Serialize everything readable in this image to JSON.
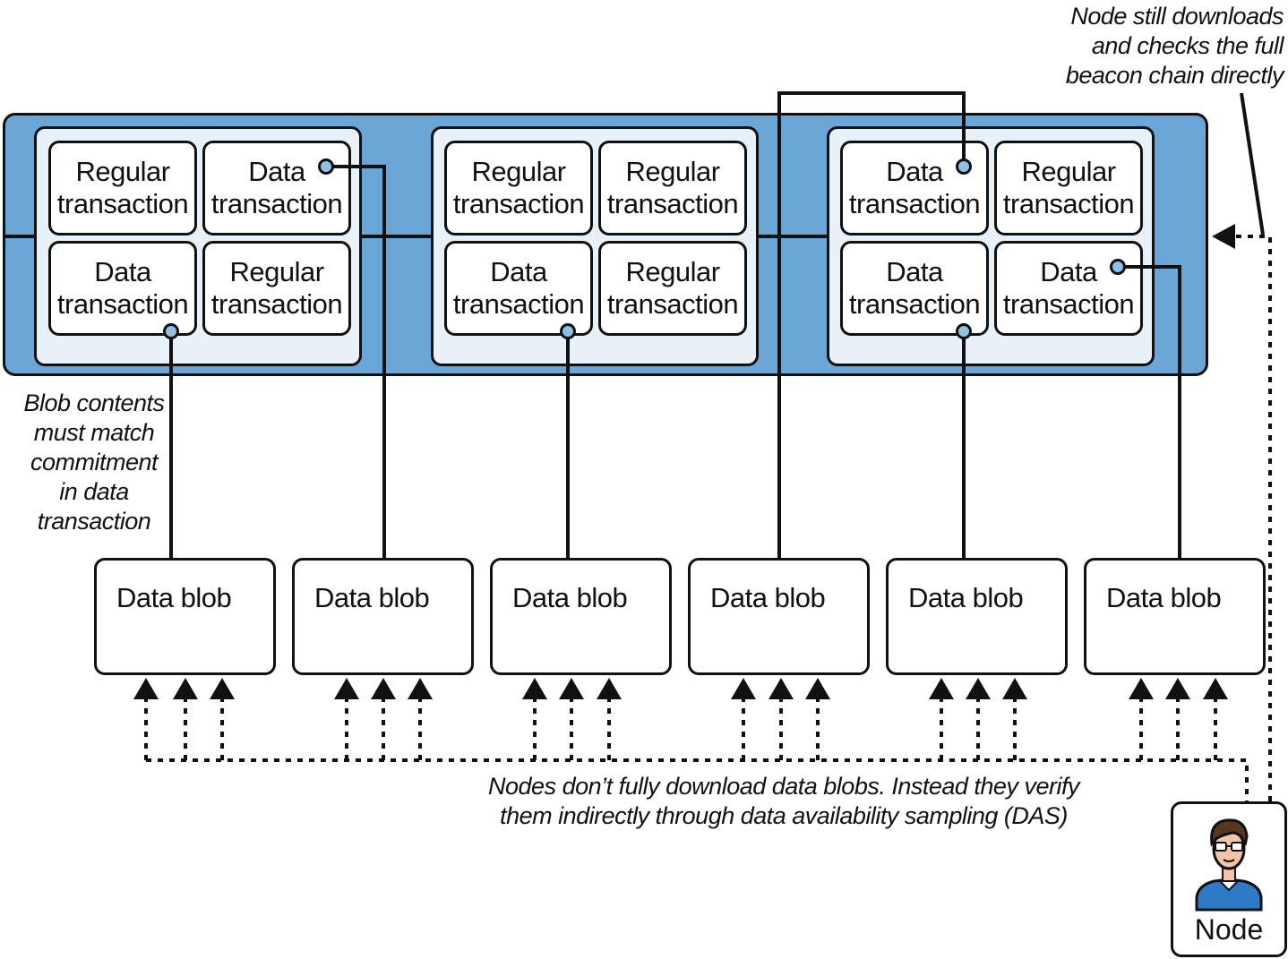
{
  "blocks": [
    {
      "transactions": [
        {
          "line1": "Regular",
          "line2": "transaction"
        },
        {
          "line1": "Data",
          "line2": "transaction"
        },
        {
          "line1": "Data",
          "line2": "transaction"
        },
        {
          "line1": "Regular",
          "line2": "transaction"
        }
      ]
    },
    {
      "transactions": [
        {
          "line1": "Regular",
          "line2": "transaction"
        },
        {
          "line1": "Regular",
          "line2": "transaction"
        },
        {
          "line1": "Data",
          "line2": "transaction"
        },
        {
          "line1": "Regular",
          "line2": "transaction"
        }
      ]
    },
    {
      "transactions": [
        {
          "line1": "Data",
          "line2": "transaction"
        },
        {
          "line1": "Regular",
          "line2": "transaction"
        },
        {
          "line1": "Data",
          "line2": "transaction"
        },
        {
          "line1": "Data",
          "line2": "transaction"
        }
      ]
    }
  ],
  "blobs": [
    "Data blob",
    "Data blob",
    "Data blob",
    "Data blob",
    "Data blob",
    "Data blob"
  ],
  "notes": {
    "top_right": [
      "Node still downloads",
      "and checks the full",
      "beacon chain directly"
    ],
    "left": [
      "Blob contents",
      "must match",
      "commitment",
      "in data",
      "transaction"
    ],
    "bottom": [
      "Nodes don’t fully download data blobs. Instead they verify",
      "them indirectly through data availability sampling (DAS)"
    ]
  },
  "node": {
    "label": "Node",
    "icon": "person-icon"
  },
  "colors": {
    "chain": "#6aa7d6",
    "block": "#e8f1f8",
    "dot": "#8fc0e6",
    "line": "#111111"
  }
}
